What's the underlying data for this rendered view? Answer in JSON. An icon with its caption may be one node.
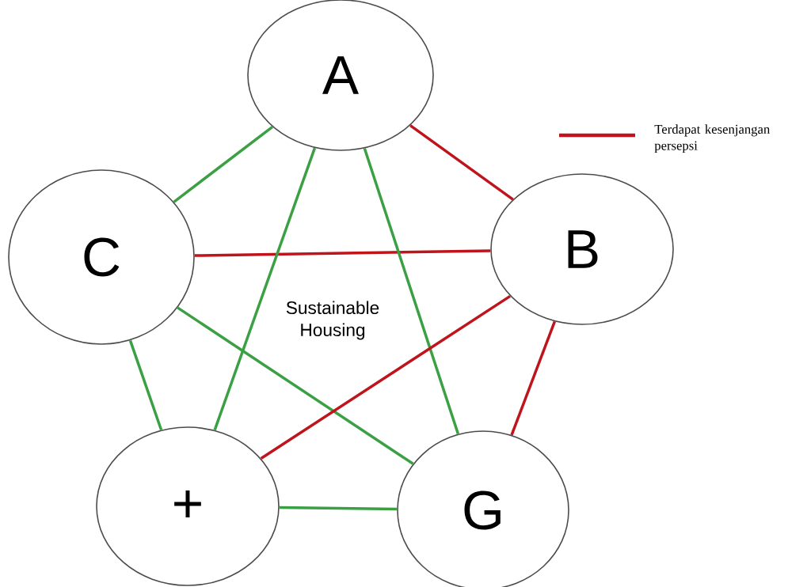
{
  "diagram": {
    "nodes": [
      {
        "text": [
          "A"
        ]
      },
      {
        "text": [
          "B"
        ]
      },
      {
        "text": [
          "C"
        ]
      },
      {
        "text": [
          "+"
        ]
      },
      {
        "text": [
          "G"
        ]
      }
    ],
    "edges": [
      {
        "from": 0,
        "to": 2,
        "arrow": "none"
      },
      {
        "from": 0,
        "to": 1,
        "arrow": "none",
        "color": "#c0141c"
      },
      {
        "from": 2,
        "to": 1,
        "arrow": "none",
        "color": "#c0141c"
      },
      {
        "from": 0,
        "to": 3,
        "arrow": "none"
      },
      {
        "from": 0,
        "to": 4,
        "arrow": "none"
      },
      {
        "from": 2,
        "to": 3,
        "arrow": "none"
      },
      {
        "from": 2,
        "to": 4,
        "arrow": "none"
      },
      {
        "from": 1,
        "to": 3,
        "arrow": "none",
        "color": "#c0141c"
      },
      {
        "from": 1,
        "to": 4,
        "arrow": "none",
        "color": "#c0141c"
      },
      {
        "from": 3,
        "to": 4,
        "arrow": "none"
      }
    ],
    "labels": [
      "Sustainable Housing"
    ],
    "legend": [
      {
        "text": "Terdapat kesenjangan persepsi"
      }
    ]
  }
}
